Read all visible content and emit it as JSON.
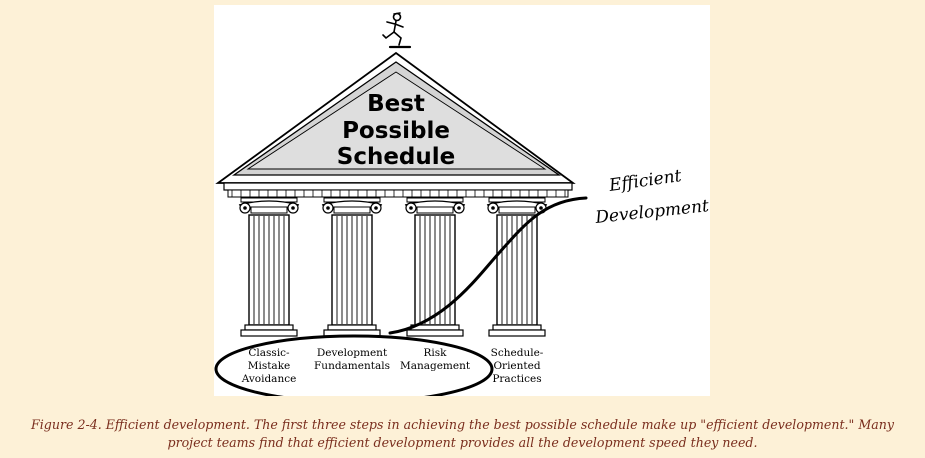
{
  "figure": {
    "pediment_title": [
      "Best",
      "Possible",
      "Schedule"
    ],
    "script_label": [
      "Efficient",
      "Development"
    ],
    "pillars": [
      {
        "label": [
          "Classic-",
          "Mistake",
          "Avoidance"
        ]
      },
      {
        "label": [
          "Development",
          "Fundamentals"
        ]
      },
      {
        "label": [
          "Risk",
          "Management"
        ]
      },
      {
        "label": [
          "Schedule-",
          "Oriented",
          "Practices"
        ]
      }
    ]
  },
  "caption": {
    "line1": "Figure 2-4. Efficient development. The first three steps in achieving the best possible schedule make up \"efficient development.\" Many",
    "line2": "project teams find that efficient development provides all the development speed they need."
  },
  "colors": {
    "page_background": "#fdf1d7",
    "caption_text": "#7a2e1e",
    "figure_background": "#ffffff",
    "pediment_fill": "#d4d4d4"
  }
}
